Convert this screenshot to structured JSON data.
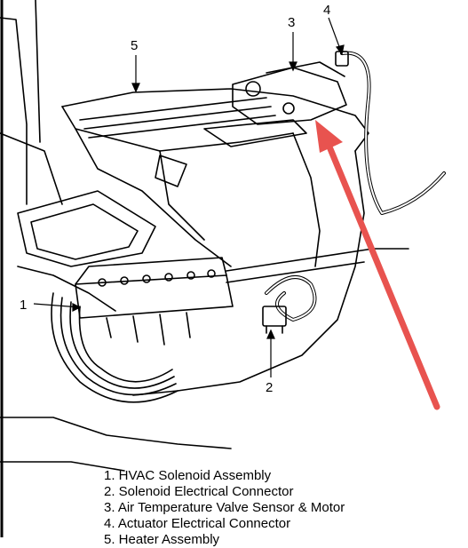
{
  "callouts": [
    "1",
    "2",
    "3",
    "4",
    "5"
  ],
  "legend": [
    "1. HVAC Solenoid Assembly",
    "2. Solenoid Electrical Connector",
    "3. Air Temperature Valve Sensor & Motor",
    "4. Actuator Electrical Connector",
    "5. Heater Assembly"
  ],
  "colors": {
    "arrow": "#e8534f",
    "line": "#000000",
    "background": "#ffffff"
  }
}
